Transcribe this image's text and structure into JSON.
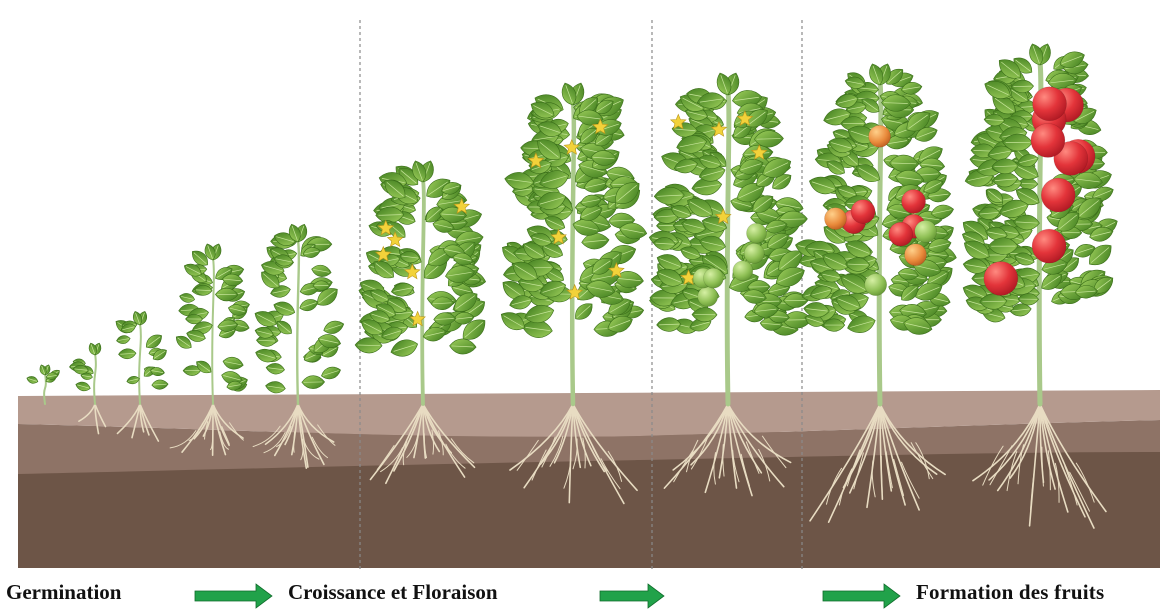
{
  "stages": [
    {
      "label": "Germination"
    },
    {
      "label": "Croissance et Floraison"
    },
    {
      "label": "Formation  des fruits"
    }
  ],
  "colors": {
    "soil_top": "#b59a8e",
    "soil_mid": "#8e7366",
    "soil_deep": "#6d5547",
    "leaf": "#5f9a2c",
    "leaf_light": "#8cc04a",
    "stem": "#a9c98a",
    "root": "#e8dcc2",
    "flower": "#f2d23a",
    "fruit_green": "#8fc055",
    "fruit_orange": "#e98a3b",
    "fruit_red": "#e0333a",
    "arrow": "#21a24a",
    "divider": "#8a8a8a"
  }
}
